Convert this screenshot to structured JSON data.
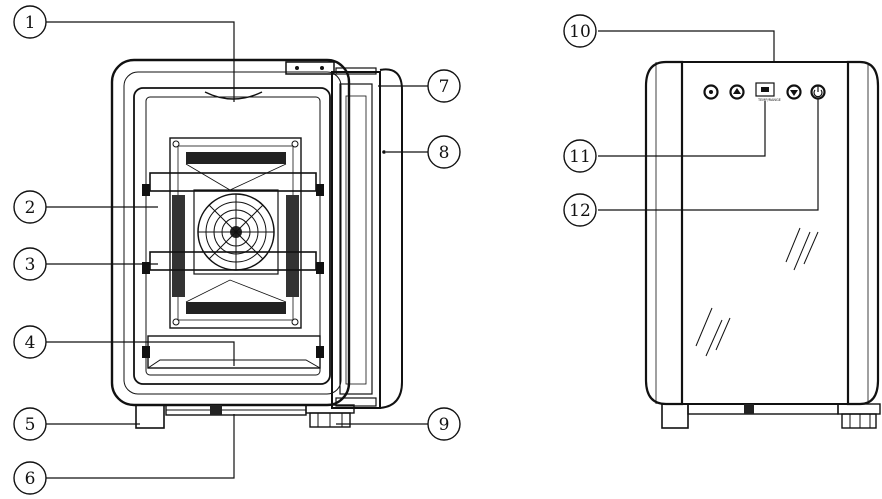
{
  "callouts": [
    "1",
    "2",
    "3",
    "4",
    "5",
    "6",
    "7",
    "8",
    "9",
    "10",
    "11",
    "12"
  ],
  "panel_caption": "TEMP/RANGE"
}
